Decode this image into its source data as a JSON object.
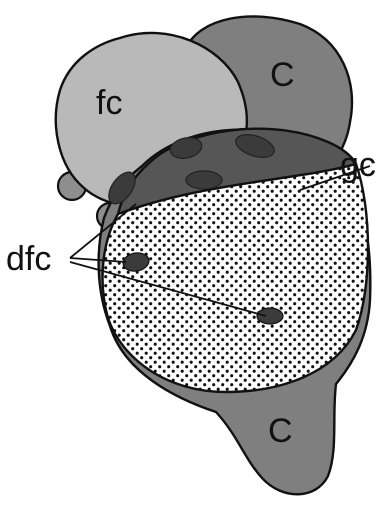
{
  "diagram": {
    "labels": {
      "fc": "fc",
      "c_top": "C",
      "c_bottom": "C",
      "gc": "gc",
      "dfc": "dfc"
    },
    "colors": {
      "stroke": "#111111",
      "fc_fill": "#b9b9b9",
      "c_fill": "#7f7f7f",
      "gc_fill": "#ffffff",
      "dfc_region": "#565656",
      "dfc_nucleus": "#3b3b3b",
      "stipple": "#111111"
    }
  }
}
